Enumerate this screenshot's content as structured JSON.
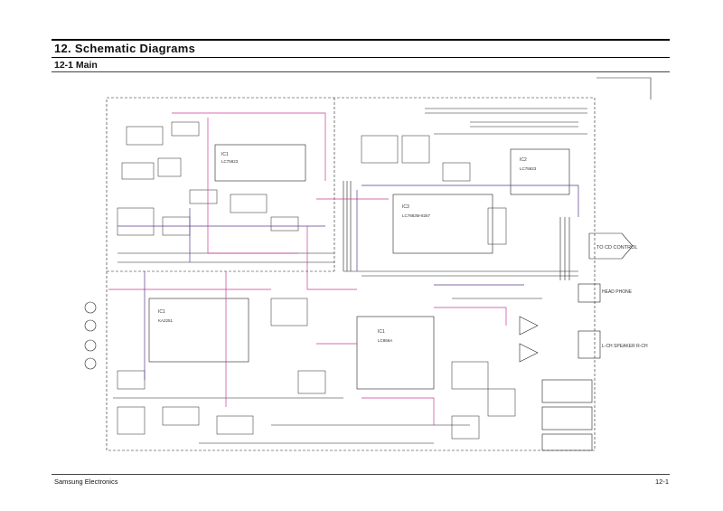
{
  "header": {
    "title": "12. Schematic Diagrams",
    "subtitle": "12-1 Main"
  },
  "schematic": {
    "ic_labels": [
      {
        "ref": "IC1",
        "part": "LC75823"
      },
      {
        "ref": "IC3",
        "part": "LC7883M-8257"
      },
      {
        "ref": "IC2",
        "part": "LC75823"
      },
      {
        "ref": "IC1",
        "part": "KA2251"
      },
      {
        "ref": "IC1",
        "part": "LC866A"
      }
    ],
    "connectors": {
      "cd_control": "TO CD CONTROL",
      "headphone": "HEAD PHONE",
      "speaker": "L-CH SPEAKER R-CH"
    },
    "colors": {
      "wire": "#222222",
      "pink": "#c83c9a",
      "purple": "#5a3c8a"
    }
  },
  "footer": {
    "company": "Samsung Electronics",
    "page": "12-1"
  }
}
